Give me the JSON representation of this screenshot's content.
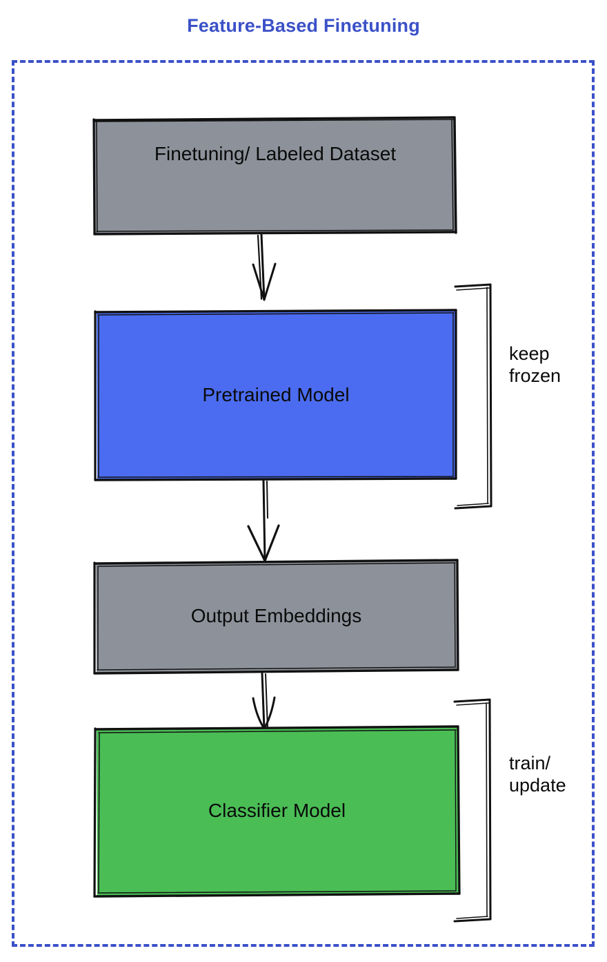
{
  "diagram": {
    "title": "Feature-Based Finetuning",
    "title_color": "#3b51c8",
    "container_border_color": "#3b51c8",
    "background": "#ffffff",
    "type": "flowchart",
    "orientation": "top-to-bottom"
  },
  "nodes": [
    {
      "id": "dataset",
      "label": "Finetuning/ Labeled Dataset",
      "fill": "#8d929a",
      "stroke": "#0a0a0a",
      "shape": "rectangle"
    },
    {
      "id": "pretrained",
      "label": "Pretrained Model",
      "fill": "#4b6cf0",
      "stroke": "#0a0a0a",
      "shape": "rectangle"
    },
    {
      "id": "embeddings",
      "label": "Output Embeddings",
      "fill": "#8d929a",
      "stroke": "#0a0a0a",
      "shape": "rectangle"
    },
    {
      "id": "classifier",
      "label": "Classifier Model",
      "fill": "#4abd55",
      "stroke": "#0a0a0a",
      "shape": "rectangle"
    }
  ],
  "edges": [
    {
      "from": "dataset",
      "to": "pretrained",
      "style": "arrow-down"
    },
    {
      "from": "pretrained",
      "to": "embeddings",
      "style": "arrow-down"
    },
    {
      "from": "embeddings",
      "to": "classifier",
      "style": "arrow-down"
    }
  ],
  "annotations": [
    {
      "id": "keep-frozen",
      "text": "keep\nfrozen",
      "target": "pretrained",
      "bracket": true
    },
    {
      "id": "train-update",
      "text": "train/\nupdate",
      "target": "classifier",
      "bracket": true
    }
  ]
}
